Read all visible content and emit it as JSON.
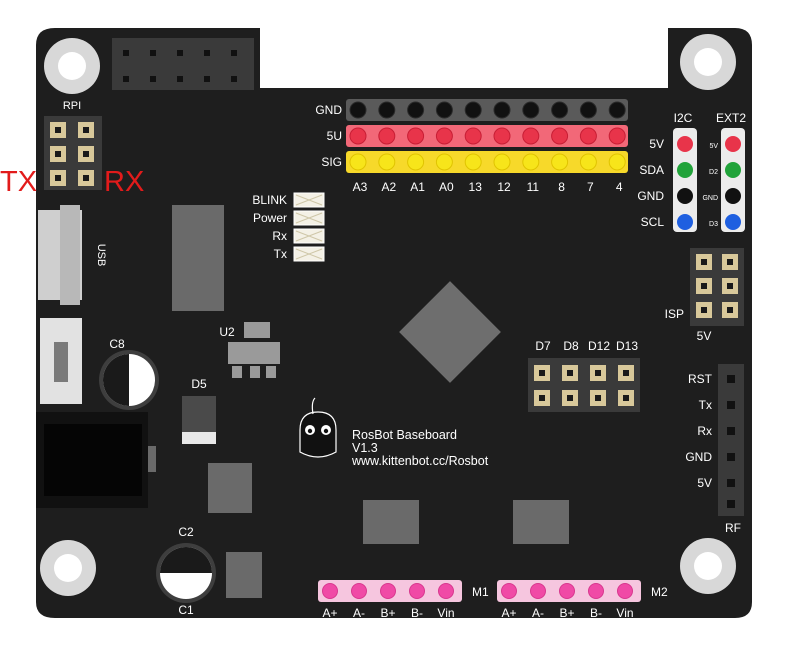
{
  "annotations": {
    "tx": "TX",
    "rx": "RX"
  },
  "board": {
    "title": "RosBot Baseboard",
    "version": "V1.3",
    "url": "www.kittenbot.cc/Rosbot",
    "colors": {
      "pcb": "#1e1e1e",
      "pin_red": "#e8344a",
      "pin_yellow": "#f7e51a",
      "pin_pink": "#f04aa6",
      "pin_green": "#21a33a",
      "pin_blue": "#1e5fe0",
      "silk": "#ffffff",
      "annotation": "#e21b1b"
    }
  },
  "rpi_header": {
    "label": "RPI"
  },
  "io_header": {
    "rows": [
      "GND",
      "5U",
      "SIG"
    ],
    "pins": [
      "A3",
      "A2",
      "A1",
      "A0",
      "13",
      "12",
      "11",
      "8",
      "7",
      "4"
    ]
  },
  "leds": [
    "BLINK",
    "Power",
    "Rx",
    "Tx"
  ],
  "usb": {
    "label": "USB"
  },
  "components": {
    "u2": "U2",
    "c8": "C8",
    "d5": "D5",
    "c2": "C2",
    "c1": "C1"
  },
  "i2c_header": {
    "title": "I2C",
    "labels": [
      "5V",
      "SDA",
      "GND",
      "SCL"
    ],
    "pin_colors": [
      "red",
      "green",
      "black",
      "blue"
    ]
  },
  "ext2_header": {
    "title": "EXT2",
    "labels": [
      "5V",
      "D2",
      "GND",
      "D3"
    ],
    "pin_colors": [
      "red",
      "green",
      "black",
      "blue"
    ]
  },
  "isp_header": {
    "label": "ISP",
    "sublabel": "5V"
  },
  "d_header": {
    "labels": [
      "D7",
      "D8",
      "D12",
      "D13"
    ]
  },
  "rf_header": {
    "labels": [
      "RST",
      "Tx",
      "Rx",
      "GND",
      "5V"
    ],
    "title": "RF"
  },
  "motor_headers": [
    {
      "name": "M1",
      "pins": [
        "A+",
        "A-",
        "B+",
        "B-",
        "Vin"
      ]
    },
    {
      "name": "M2",
      "pins": [
        "A+",
        "A-",
        "B+",
        "B-",
        "Vin"
      ]
    }
  ]
}
